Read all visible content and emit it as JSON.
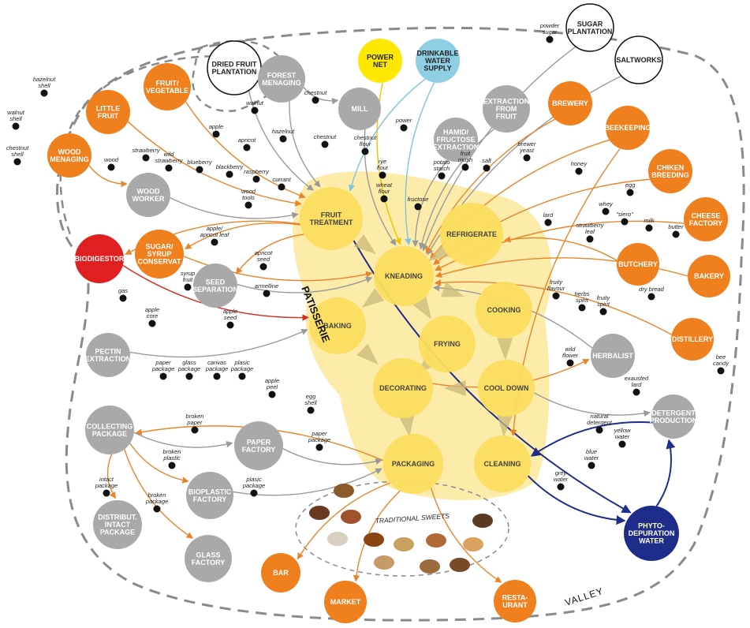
{
  "colors": {
    "orange": "#F07F1E",
    "gray": "#A9A9A9",
    "red": "#E02020",
    "yellow": "#FFE800",
    "lightblue": "#8ECFE3",
    "navy": "#1E2C8A",
    "patisserie_yellow": "#FDE9A0",
    "process_yellow": "#FBDD5E",
    "white": "#FFFFFF",
    "line_orange": "#E8852A",
    "line_gray": "#9A9A9A",
    "line_yellow": "#F2C200",
    "line_blue": "#7EC4E0",
    "line_red": "#D72B1E"
  },
  "zones": {
    "patisserie": "PATISSERIE",
    "valley": "VALLEY",
    "traditional_sweets": "TRADITIONAL SWEETS"
  },
  "nodes": [
    {
      "id": "dried_fruit_plantation",
      "label": "DRIED FRUIT\nPLANTATION",
      "kind": "outline"
    },
    {
      "id": "forest_menaging",
      "label": "FOREST\nMENAGING",
      "kind": "gray"
    },
    {
      "id": "power_net",
      "label": "POWER\nNET",
      "kind": "yellow"
    },
    {
      "id": "drinkable_water_supply",
      "label": "DRINKABLE\nWATER\nSUPPLY",
      "kind": "lightblue"
    },
    {
      "id": "sugar_plantation",
      "label": "SUGAR\nPLANTATION",
      "kind": "outline"
    },
    {
      "id": "saltworks",
      "label": "SALTWORKS",
      "kind": "outline"
    },
    {
      "id": "fruit_vegetable",
      "label": "FRUIT/\nVEGETABLE",
      "kind": "orange"
    },
    {
      "id": "little_fruit",
      "label": "LITTLE\nFRUIT",
      "kind": "orange"
    },
    {
      "id": "wood_menaging",
      "label": "WOOD\nMENAGING",
      "kind": "orange"
    },
    {
      "id": "mill",
      "label": "MILL",
      "kind": "gray"
    },
    {
      "id": "extraction_from_fruit",
      "label": "EXTRACTION\nFROM\nFRUIT",
      "kind": "gray"
    },
    {
      "id": "hamid_fructose_extraction",
      "label": "HAMID/\nFRUCTOSE\nEXTRACTION",
      "kind": "gray"
    },
    {
      "id": "brewery",
      "label": "BREWERY",
      "kind": "orange"
    },
    {
      "id": "beekeeping",
      "label": "BEEKEEPING",
      "kind": "orange"
    },
    {
      "id": "chiken_breeding",
      "label": "CHIKEN\nBREEDING",
      "kind": "orange"
    },
    {
      "id": "cheese_factory",
      "label": "CHEESE\nFACTORY",
      "kind": "orange"
    },
    {
      "id": "wood_worker",
      "label": "WOOD\nWORKER",
      "kind": "gray"
    },
    {
      "id": "fruit_treatment",
      "label": "FRUIT\nTREATMENT",
      "kind": "process"
    },
    {
      "id": "refrigerate",
      "label": "REFRIGERATE",
      "kind": "process"
    },
    {
      "id": "biodigestor",
      "label": "BIODIGESTOR",
      "kind": "red"
    },
    {
      "id": "sugar_syrup_conservat",
      "label": "SUGAR/\nSYRUP\nCONSERVAT",
      "kind": "orange"
    },
    {
      "id": "seed_separation",
      "label": "SEED\nSEPARATION",
      "kind": "gray"
    },
    {
      "id": "kneading",
      "label": "KNEADING",
      "kind": "process"
    },
    {
      "id": "butchery",
      "label": "BUTCHERY",
      "kind": "orange"
    },
    {
      "id": "bakery",
      "label": "BAKERY",
      "kind": "orange"
    },
    {
      "id": "baking",
      "label": "BAKING",
      "kind": "process"
    },
    {
      "id": "cooking",
      "label": "COOKING",
      "kind": "process"
    },
    {
      "id": "frying",
      "label": "FRYING",
      "kind": "process"
    },
    {
      "id": "distillery",
      "label": "DISTILLERY",
      "kind": "orange"
    },
    {
      "id": "herbalist",
      "label": "HERBALIST",
      "kind": "gray"
    },
    {
      "id": "pectin_extraction",
      "label": "PECTIN\nEXTRACTION",
      "kind": "gray"
    },
    {
      "id": "decorating",
      "label": "DECORATING",
      "kind": "process"
    },
    {
      "id": "cool_down",
      "label": "COOL DOWN",
      "kind": "process"
    },
    {
      "id": "detergent_production",
      "label": "DETERGENT\nPRODUCTION",
      "kind": "gray"
    },
    {
      "id": "collecting_package",
      "label": "COLLECTING\nPACKAGE",
      "kind": "gray"
    },
    {
      "id": "paper_factory",
      "label": "PAPER\nFACTORY",
      "kind": "gray"
    },
    {
      "id": "packaging",
      "label": "PACKAGING",
      "kind": "process"
    },
    {
      "id": "cleaning",
      "label": "CLEANING",
      "kind": "process"
    },
    {
      "id": "bioplastic_factory",
      "label": "BIOPLASTIC\nFACTORY",
      "kind": "gray"
    },
    {
      "id": "distribut_intact_package",
      "label": "DISTRIBUT.\nINTACT\nPACKAGE",
      "kind": "gray"
    },
    {
      "id": "glass_factory",
      "label": "GLASS\nFACTORY",
      "kind": "gray"
    },
    {
      "id": "phyto_depuration_water",
      "label": "PHYTO-\nDEPURATION\nWATER",
      "kind": "navy"
    },
    {
      "id": "bar",
      "label": "BAR",
      "kind": "orange"
    },
    {
      "id": "market",
      "label": "MARKET",
      "kind": "orange"
    },
    {
      "id": "restaurant",
      "label": "RESTA-\nURANT",
      "kind": "orange"
    }
  ],
  "items": [
    {
      "id": "hazelnut_shell",
      "label": "hazelnut\nshell"
    },
    {
      "id": "walnut_shell",
      "label": "walnut\nshell"
    },
    {
      "id": "chestnut_shell",
      "label": "chestnut\nshell"
    },
    {
      "id": "walnut",
      "label": "walnut"
    },
    {
      "id": "chestnut_top",
      "label": "chestnut"
    },
    {
      "id": "hazelnut",
      "label": "hazelnut"
    },
    {
      "id": "chestnut_mid",
      "label": "chestnut"
    },
    {
      "id": "power",
      "label": "power"
    },
    {
      "id": "chestnut_flour",
      "label": "chestnut\nflour"
    },
    {
      "id": "rye_flour",
      "label": "rye\nflour"
    },
    {
      "id": "wheat_flour",
      "label": "wheat\nflour"
    },
    {
      "id": "potato_starch",
      "label": "potato\nstarch"
    },
    {
      "id": "fruit_mush",
      "label": "fruit\nmush"
    },
    {
      "id": "salt",
      "label": "salt"
    },
    {
      "id": "fructose",
      "label": "fructose"
    },
    {
      "id": "powder_sugar",
      "label": "powder\nsugar"
    },
    {
      "id": "brewer_yeast",
      "label": "brewer\nyeast"
    },
    {
      "id": "honey",
      "label": "honey"
    },
    {
      "id": "egg",
      "label": "egg"
    },
    {
      "id": "whey",
      "label": "whey"
    },
    {
      "id": "siero",
      "label": "\"siero\""
    },
    {
      "id": "milk",
      "label": "milk"
    },
    {
      "id": "butter",
      "label": "butter"
    },
    {
      "id": "lard",
      "label": "lard"
    },
    {
      "id": "strawberry_leaf",
      "label": "strawberry\nleaf"
    },
    {
      "id": "apple",
      "label": "apple"
    },
    {
      "id": "apricot",
      "label": "apricot"
    },
    {
      "id": "strawberry",
      "label": "strawberry"
    },
    {
      "id": "wild_strawberry",
      "label": "wild\nstrawberry"
    },
    {
      "id": "blueberry",
      "label": "blueberry"
    },
    {
      "id": "blackberry",
      "label": "blackberry"
    },
    {
      "id": "raspberry",
      "label": "raspberry"
    },
    {
      "id": "currant",
      "label": "currant"
    },
    {
      "id": "wood",
      "label": "wood"
    },
    {
      "id": "wood_tools",
      "label": "wood\ntools"
    },
    {
      "id": "apple_apricot_leaf",
      "label": "apple/\napricot leaf"
    },
    {
      "id": "apricot_seed",
      "label": "apricot\nseed"
    },
    {
      "id": "syrup_fruit",
      "label": "syrup\nfruit"
    },
    {
      "id": "armelline",
      "label": "armelline"
    },
    {
      "id": "gas",
      "label": "gas"
    },
    {
      "id": "apple_core",
      "label": "apple\ncore"
    },
    {
      "id": "apple_seed",
      "label": "apple\nseed"
    },
    {
      "id": "fruity_flavour",
      "label": "fruity\nflavour"
    },
    {
      "id": "herbs_spirit",
      "label": "herbs\nspirit"
    },
    {
      "id": "fruity_spirit",
      "label": "fruity\nspirit"
    },
    {
      "id": "dry_bread",
      "label": "dry bread"
    },
    {
      "id": "wild_flower",
      "label": "wild\nflower"
    },
    {
      "id": "bee_candy",
      "label": "bee\ncandy"
    },
    {
      "id": "paper_package",
      "label": "paper\npackage"
    },
    {
      "id": "glass_package",
      "label": "glass\npackage"
    },
    {
      "id": "canvas_package",
      "label": "canvas\npackage"
    },
    {
      "id": "plasic_package_top",
      "label": "plasic\npackage"
    },
    {
      "id": "apple_peel",
      "label": "apple\npeel"
    },
    {
      "id": "egg_shell",
      "label": "egg\nshell"
    },
    {
      "id": "exausted_lard",
      "label": "exausted\nlard"
    },
    {
      "id": "natural_detergent",
      "label": "natural\ndetergent"
    },
    {
      "id": "broken_paper",
      "label": "broken\npaper"
    },
    {
      "id": "paper_package_low",
      "label": "paper\npackage"
    },
    {
      "id": "blue_water",
      "label": "blue\nwater"
    },
    {
      "id": "yellow_water",
      "label": "yellow\nwater"
    },
    {
      "id": "broken_plastic",
      "label": "broken\nplastic"
    },
    {
      "id": "plasic_package_low",
      "label": "plasic\npackage"
    },
    {
      "id": "grey_water",
      "label": "grey\nwater"
    },
    {
      "id": "intact_package",
      "label": "intact\npackage"
    },
    {
      "id": "broken_package",
      "label": "broken\npackage"
    }
  ]
}
